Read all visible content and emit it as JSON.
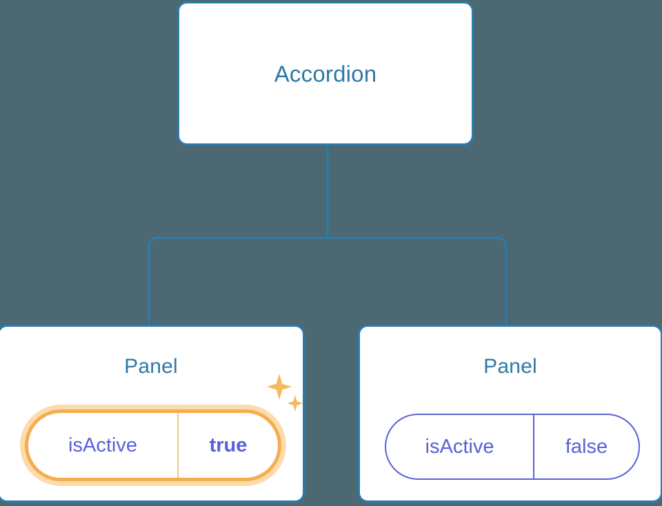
{
  "diagram": {
    "type": "component-tree",
    "background_color": "#4b6873",
    "node_border_color": "#2b7cad",
    "node_title_color": "#2e79a4",
    "prop_color": "#5b60d6",
    "highlight_color": "#f5ad4e",
    "highlight_glow_color": "#fbdcac",
    "edge_color": "#2b7cad",
    "root": {
      "title": "Accordion"
    },
    "children": [
      {
        "title": "Panel",
        "highlighted": true,
        "prop": {
          "key": "isActive",
          "value": "true"
        },
        "sparkle_icon": "sparkles-icon"
      },
      {
        "title": "Panel",
        "highlighted": false,
        "prop": {
          "key": "isActive",
          "value": "false"
        }
      }
    ]
  }
}
